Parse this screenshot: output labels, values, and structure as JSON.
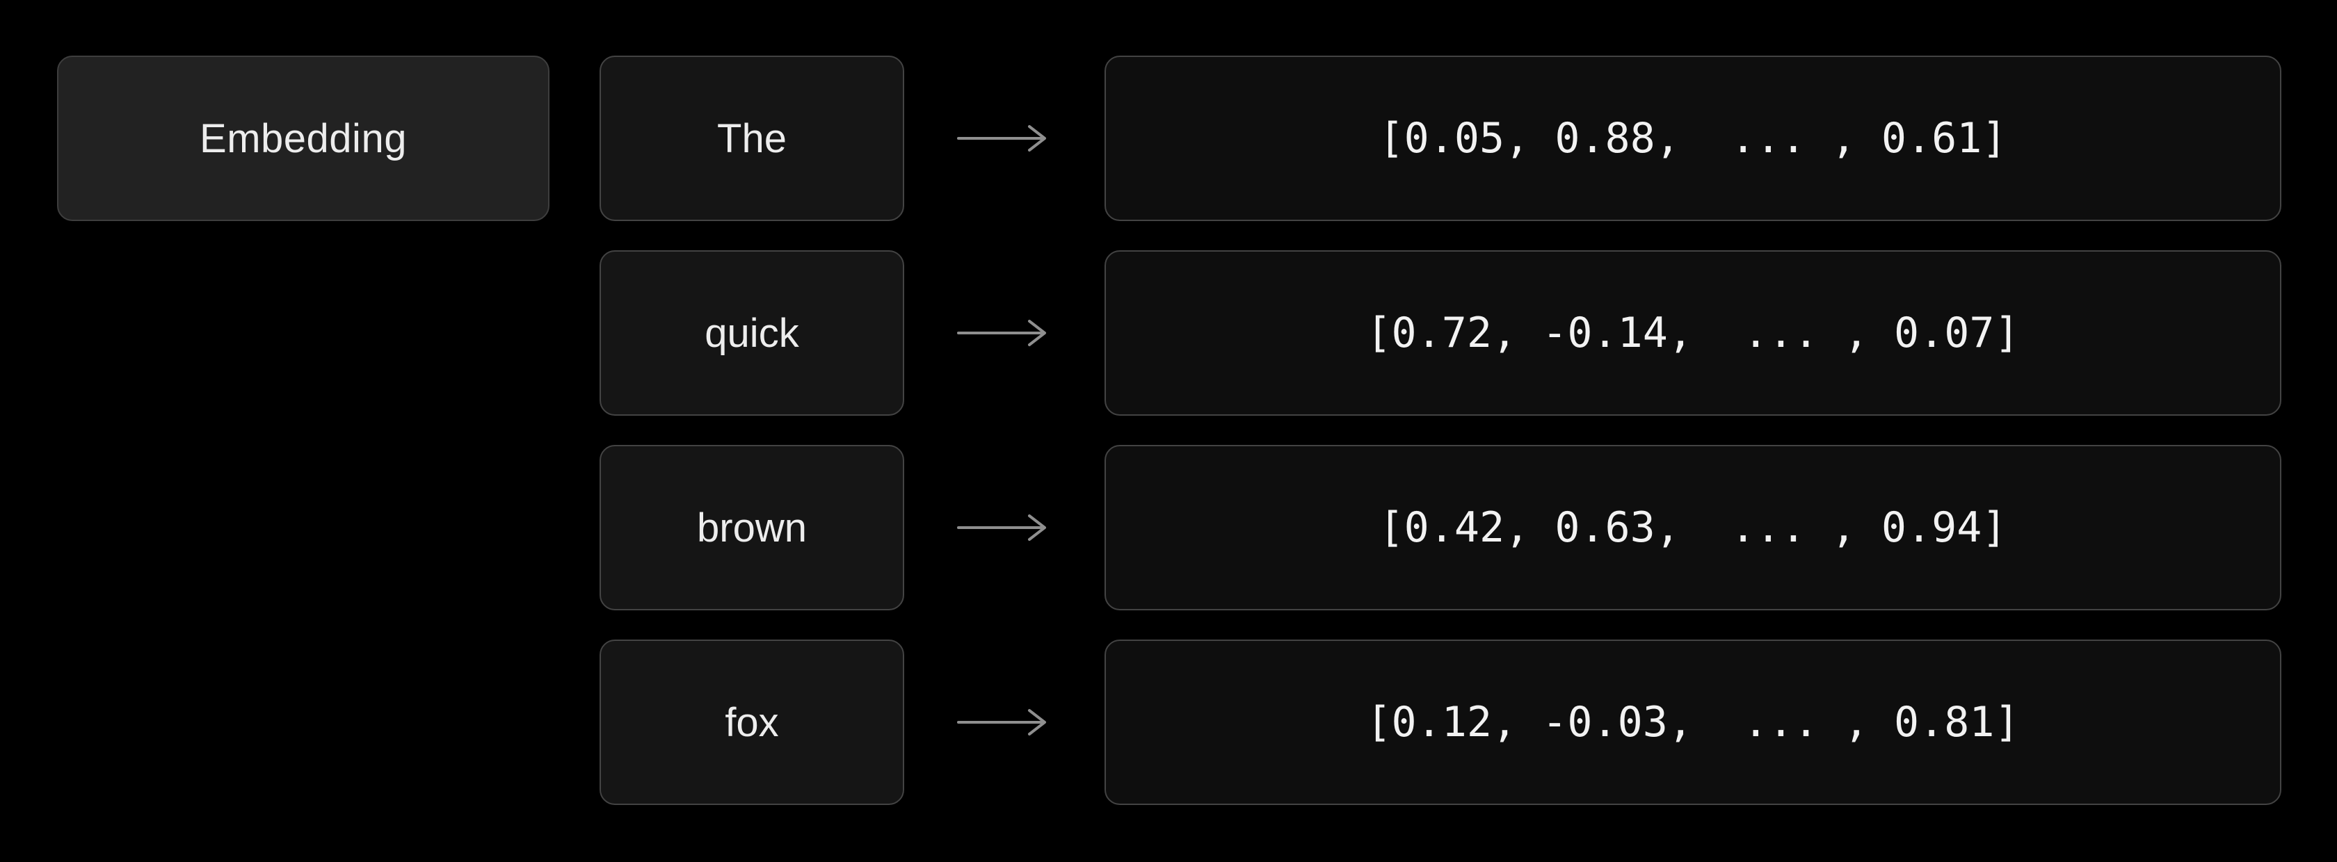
{
  "diagram": {
    "title_box": {
      "label": "Embedding"
    },
    "rows": [
      {
        "token": "The",
        "vector": "[0.05, 0.88,  ... , 0.61]"
      },
      {
        "token": "quick",
        "vector": "[0.72, -0.14,  ... , 0.07]"
      },
      {
        "token": "brown",
        "vector": "[0.42, 0.63,  ... , 0.94]"
      },
      {
        "token": "fox",
        "vector": "[0.12, -0.03,  ... , 0.81]"
      }
    ],
    "colors": {
      "background": "#000000",
      "title_box_fill": "#222222",
      "title_box_border": "#3e3e3e",
      "token_box_fill": "#151515",
      "vector_box_fill": "#0e0e0e",
      "box_border": "#434343",
      "arrow": "#8f8f8f",
      "text": "#ededed"
    }
  }
}
